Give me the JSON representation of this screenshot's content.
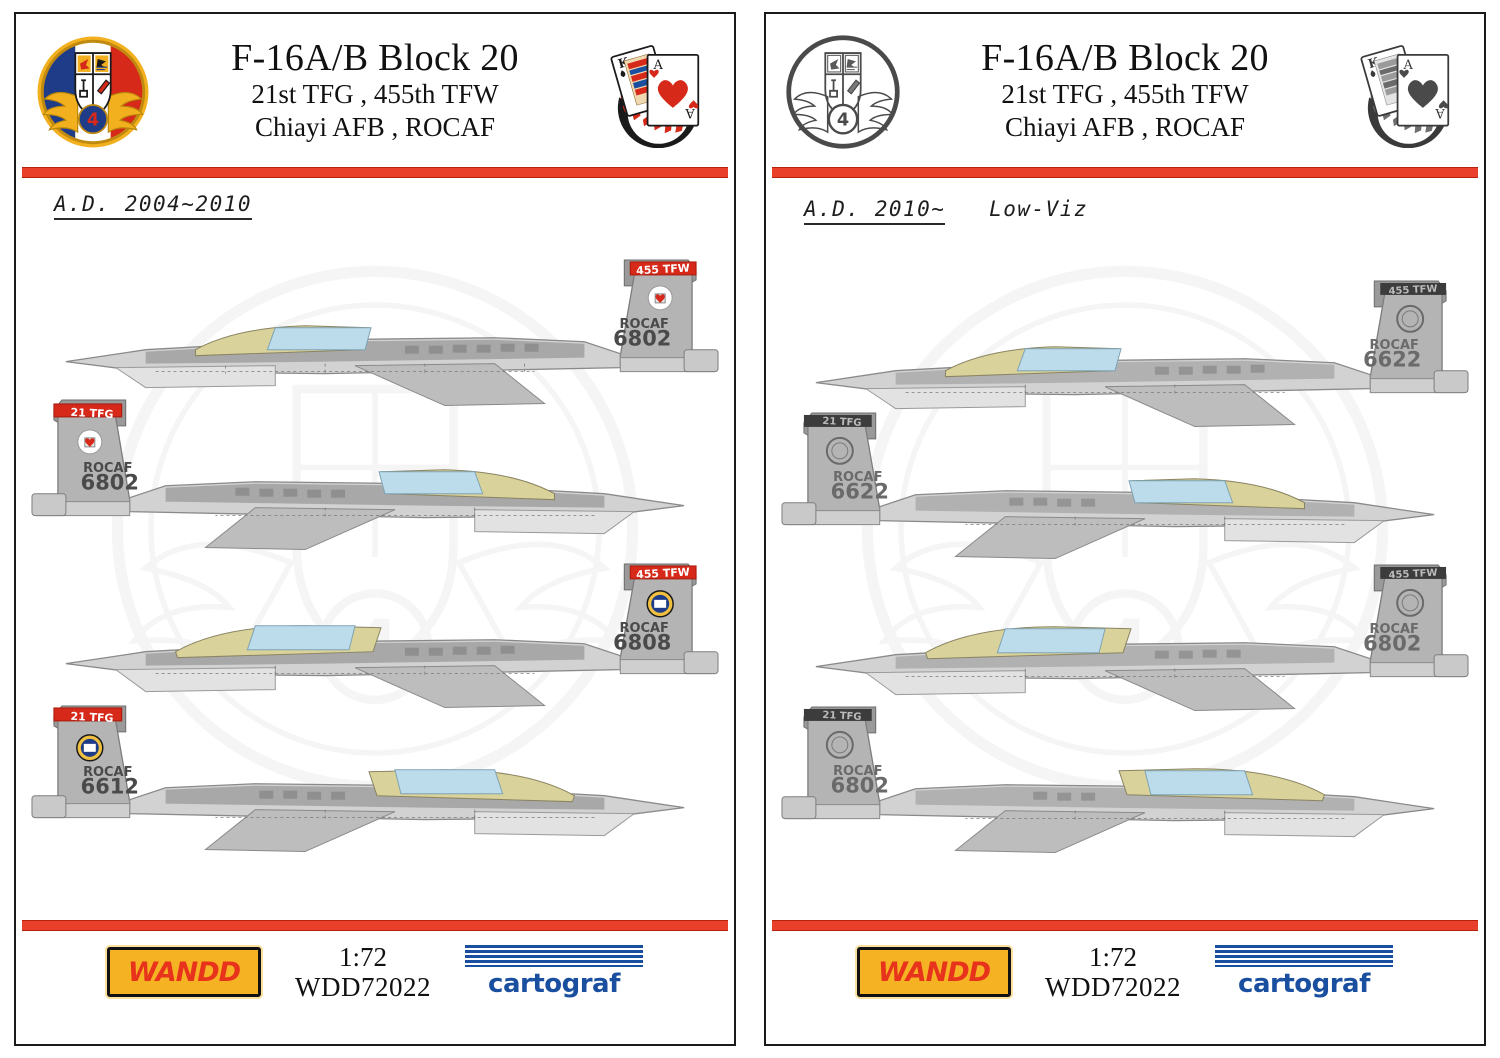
{
  "sheet": {
    "accent_red": "#e8402a",
    "brand_yellow": "#f5b324",
    "brand_blue": "#1a4fa0"
  },
  "panels": [
    {
      "id": "left-panel-color",
      "variant": "color",
      "header": {
        "emblem_icon": "21st-tfg-squadron-emblem-icon",
        "cards_icon": "king-spades-ace-hearts-cards-icon",
        "title_line1": "F-16A/B Block 20",
        "title_line2": "21st TFG , 455th TFW",
        "title_line3": "Chiayi AFB , ROCAF"
      },
      "date_label": "A.D. 2004~2010",
      "date_sub": "",
      "aircraft": [
        {
          "index": 0,
          "facing": "right",
          "tail_band": "455 TFW",
          "tail_band_color": "#d6291a",
          "tail_emblem": "cards-emblem-icon",
          "service": "ROCAF",
          "serial": "6802",
          "variant": "single-seat"
        },
        {
          "index": 1,
          "facing": "left",
          "tail_band": "21 TFG",
          "tail_band_color": "#d6291a",
          "tail_emblem": "cards-emblem-icon",
          "service": "ROCAF",
          "serial": "6802",
          "variant": "single-seat"
        },
        {
          "index": 2,
          "facing": "right",
          "tail_band": "455 TFW",
          "tail_band_color": "#d6291a",
          "tail_emblem": "squadron-roundel-icon",
          "service": "ROCAF",
          "serial": "6808",
          "variant": "two-seat"
        },
        {
          "index": 3,
          "facing": "left",
          "tail_band": "21 TFG",
          "tail_band_color": "#d6291a",
          "tail_emblem": "squadron-roundel-icon",
          "service": "ROCAF",
          "serial": "6612",
          "variant": "two-seat"
        }
      ],
      "footer": {
        "logo_text": "WANDD",
        "scale": "1:72",
        "part_number": "WDD72022",
        "printer": "cartograf"
      }
    },
    {
      "id": "right-panel-lowviz",
      "variant": "lowviz",
      "header": {
        "emblem_icon": "21st-tfg-squadron-emblem-icon",
        "cards_icon": "king-spades-ace-hearts-cards-icon",
        "title_line1": "F-16A/B Block 20",
        "title_line2": "21st TFG , 455th TFW",
        "title_line3": "Chiayi AFB , ROCAF"
      },
      "date_label": "A.D. 2010~",
      "date_sub": "Low-Viz",
      "aircraft": [
        {
          "index": 0,
          "facing": "right",
          "tail_band": "455 TFW",
          "tail_band_color": "#3c3c3c",
          "tail_emblem": "squadron-roundel-icon",
          "service": "ROCAF",
          "serial": "6622",
          "variant": "single-seat"
        },
        {
          "index": 1,
          "facing": "left",
          "tail_band": "21 TFG",
          "tail_band_color": "#3c3c3c",
          "tail_emblem": "squadron-roundel-icon",
          "service": "ROCAF",
          "serial": "6622",
          "variant": "single-seat"
        },
        {
          "index": 2,
          "facing": "right",
          "tail_band": "455 TFW",
          "tail_band_color": "#3c3c3c",
          "tail_emblem": "squadron-roundel-icon",
          "service": "ROCAF",
          "serial": "6802",
          "variant": "two-seat"
        },
        {
          "index": 3,
          "facing": "left",
          "tail_band": "21 TFG",
          "tail_band_color": "#3c3c3c",
          "tail_emblem": "squadron-roundel-icon",
          "service": "ROCAF",
          "serial": "6802",
          "variant": "two-seat"
        }
      ],
      "footer": {
        "logo_text": "WANDD",
        "scale": "1:72",
        "part_number": "WDD72022",
        "printer": "cartograf"
      }
    }
  ]
}
